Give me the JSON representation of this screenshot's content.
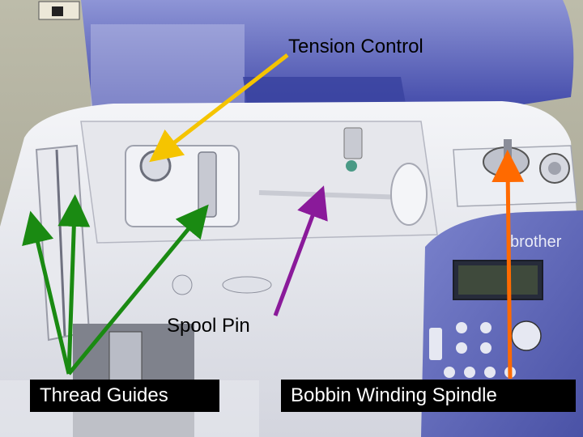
{
  "labels": {
    "tension": "Tension Control",
    "spool": "Spool Pin",
    "thread_guides": "Thread Guides",
    "bobbin": "Bobbin Winding Spindle"
  },
  "machine": {
    "brand": "brother"
  },
  "colors": {
    "tension_arrow": "#f5c400",
    "thread_guides_arrow": "#1a8a12",
    "spool_arrow": "#8a1a9a",
    "bobbin_arrow": "#ff6a00",
    "panel_blue": "#5b63b6",
    "lid_blue": "#4b56b8"
  }
}
